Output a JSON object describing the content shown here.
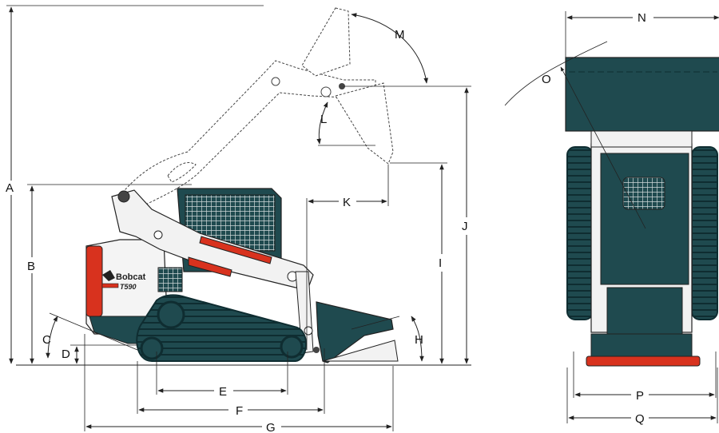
{
  "diagram": {
    "brand": "Bobcat",
    "model": "T590",
    "labels": {
      "A": "A",
      "B": "B",
      "C": "C",
      "D": "D",
      "E": "E",
      "F": "F",
      "G": "G",
      "H": "H",
      "I": "I",
      "J": "J",
      "K": "K",
      "L": "L",
      "M": "M",
      "N": "N",
      "O": "O",
      "P": "P",
      "Q": "Q"
    },
    "colors": {
      "body": "#1f4a4f",
      "accent": "#d8321e",
      "frame": "#f2f2f2",
      "line": "#222222"
    }
  }
}
